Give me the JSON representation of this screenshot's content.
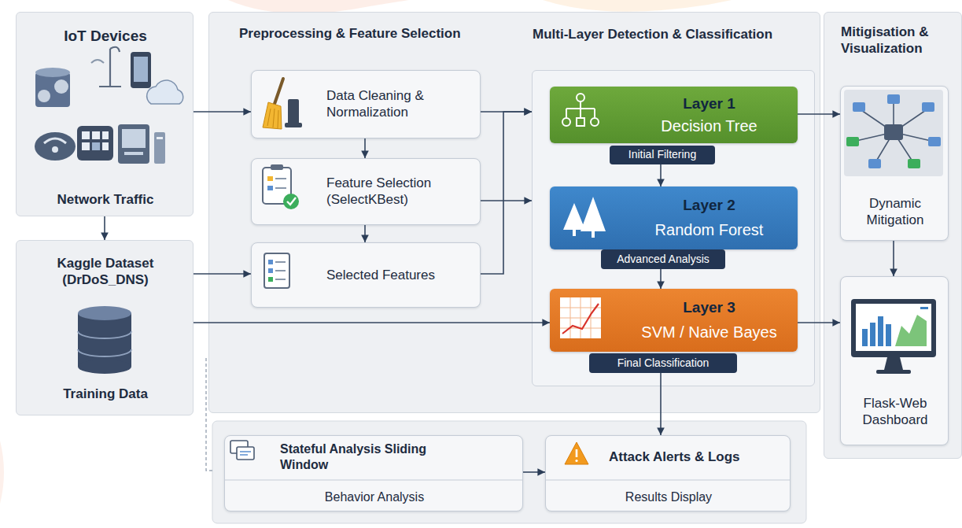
{
  "diagram": {
    "nodes": [
      {
        "text": [
          "IoT Devices",
          "Network Traffic"
        ]
      },
      {
        "text": [
          "Kaggle Dataset (DrDoS_DNS)",
          "Training Data"
        ]
      },
      {
        "text": [
          "Preprocessing & Feature Selection"
        ]
      },
      {
        "text": [
          "Data Cleaning & Normalization"
        ],
        "in": 2
      },
      {
        "text": [
          "Feature Selection (SelectKBest)"
        ],
        "in": 2
      },
      {
        "text": [
          "Selected Features"
        ],
        "in": 2
      },
      {
        "text": [
          "Multi-Layer Detection & Classification"
        ],
        "in": 2
      },
      {
        "text": [
          "Layer 1",
          "Decision Tree"
        ],
        "in": 6
      },
      {
        "text": [
          "Initial Filtering"
        ],
        "in": 6
      },
      {
        "text": [
          "Layer 2",
          "Random Forest"
        ],
        "in": 6
      },
      {
        "text": [
          "Advanced Analysis"
        ],
        "in": 6
      },
      {
        "text": [
          "Layer 3",
          "SVM / Naive Bayes"
        ],
        "in": 6
      },
      {
        "text": [
          "Final Classification"
        ],
        "in": 6
      },
      {
        "text": [
          "Mitigisation & Visualization"
        ]
      },
      {
        "text": [
          "Dynamic Mitigation"
        ],
        "in": 13
      },
      {
        "text": [
          "Flask-Web Dashboard"
        ],
        "in": 13
      },
      {
        "text": [
          "Stateful Analysis Sliding Window",
          "Behavior Analysis"
        ]
      },
      {
        "text": [
          "Attack Alerts & Logs",
          "Results Display"
        ]
      }
    ],
    "edges": [
      {
        "from": 0,
        "to": 3,
        "arrow": "to"
      },
      {
        "from": 0,
        "to": 1,
        "arrow": "to"
      },
      {
        "from": 1,
        "to": 5,
        "arrow": "to"
      },
      {
        "from": 3,
        "to": 4,
        "arrow": "to"
      },
      {
        "from": 4,
        "to": 5,
        "arrow": "to"
      },
      {
        "from": 3,
        "to": 6,
        "arrow": "to"
      },
      {
        "from": 4,
        "to": 6,
        "arrow": "to"
      },
      {
        "from": 5,
        "to": 6,
        "arrow": "to"
      },
      {
        "from": 1,
        "to": 11,
        "arrow": "to"
      },
      {
        "from": 7,
        "to": 14,
        "arrow": "to"
      },
      {
        "from": 11,
        "to": 15,
        "arrow": "to"
      },
      {
        "from": 14,
        "to": 15,
        "arrow": "to"
      },
      {
        "from": 8,
        "to": 9,
        "arrow": "to"
      },
      {
        "from": 10,
        "to": 11,
        "arrow": "to"
      },
      {
        "from": 12,
        "to": 17,
        "arrow": "to"
      },
      {
        "from": 16,
        "to": 17,
        "arrow": "to"
      }
    ]
  }
}
